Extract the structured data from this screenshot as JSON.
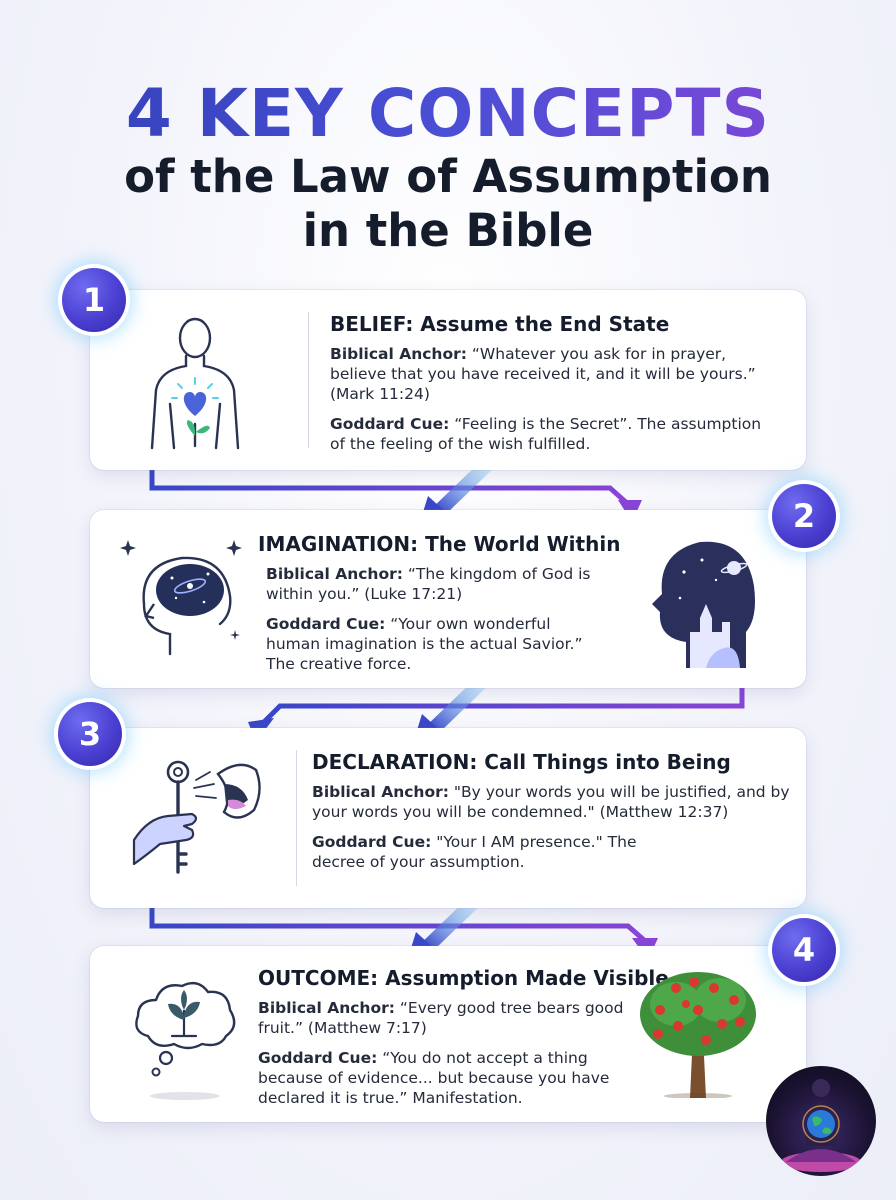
{
  "header": {
    "line1": "4 KEY CONCEPTS",
    "line2": "of the Law of Assumption",
    "line3": "in the Bible"
  },
  "colors": {
    "accent_blue": "#2f3fb6",
    "accent_purple": "#8a45d6",
    "badge": "#4a3fd1"
  },
  "concepts": [
    {
      "number": "1",
      "heading": "BELIEF: Assume the End State",
      "anchor_label": "Biblical Anchor:",
      "anchor_text": "“Whatever you ask for in prayer, believe that you have received it, and it will be yours.” (Mark 11:24)",
      "cue_label": "Goddard Cue:",
      "cue_text": "“Feeling is the Secret”. The assumption of the feeling of the wish fulfilled.",
      "icon": "person-heart-sprout-icon"
    },
    {
      "number": "2",
      "heading": "IMAGINATION: The World Within",
      "anchor_label": "Biblical Anchor:",
      "anchor_text": "“The kingdom of God is within you.” (Luke 17:21)",
      "cue_label": "Goddard Cue:",
      "cue_text": "“Your own wonderful human imagination is the actual Savior.” The creative force.",
      "icon": "head-galaxy-icon"
    },
    {
      "number": "3",
      "heading": "DECLARATION: Call Things into Being",
      "anchor_label": "Biblical Anchor:",
      "anchor_text": "\"By your words you will be justified, and by your words you will be condemned.\" (Matthew 12:37)",
      "cue_label": "Goddard Cue:",
      "cue_text": "\"Your I AM presence.\" The decree of your assumption.",
      "icon": "hand-key-mouth-icon"
    },
    {
      "number": "4",
      "heading": "OUTCOME: Assumption Made Visible",
      "anchor_label": "Biblical Anchor:",
      "anchor_text": "“Every good tree bears good fruit.” (Matthew 7:17)",
      "cue_label": "Goddard Cue:",
      "cue_text": "“You do not accept a thing because of evidence... but because you have declared it is true.” Manifestation.",
      "icon": "thought-cloud-sprout-icon"
    }
  ]
}
